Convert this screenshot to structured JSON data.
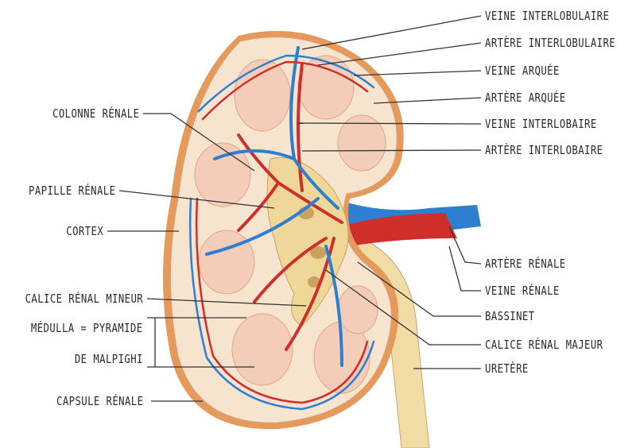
{
  "labels_right": [
    "VEINE INTERLOBULAIRE",
    "ARTÈRE INTERLOBULAIRE",
    "VEINE ARQUÉE",
    "ARTÈRE ARQUÉE",
    "VEINE INTERLOBAIRE",
    "ARTÈRE INTERLOBAIRE",
    "ARTÈRE RÉNALE",
    "VEINE RÉNALE",
    "BASSINET",
    "CALICE RÉNAL MAJEUR",
    "URETÈRE"
  ],
  "labels_left": {
    "colonne": "COLONNE RÉNALE",
    "papille": "PAPILLE RÉNALE",
    "cortex": "CORTEX",
    "calice_mineur": "CALICE RÉNAL MINEUR",
    "medulla_1": "MÉDULLA = PYRAMIDE",
    "medulla_2": "DE MALPIGHI",
    "capsule": "CAPSULE RÉNALE"
  },
  "colors": {
    "artery": "#d0302a",
    "vein": "#2f7fd0",
    "cortex": "#f6e4cf",
    "capsule": "#e08a4a",
    "pelvis": "#efd79a"
  }
}
